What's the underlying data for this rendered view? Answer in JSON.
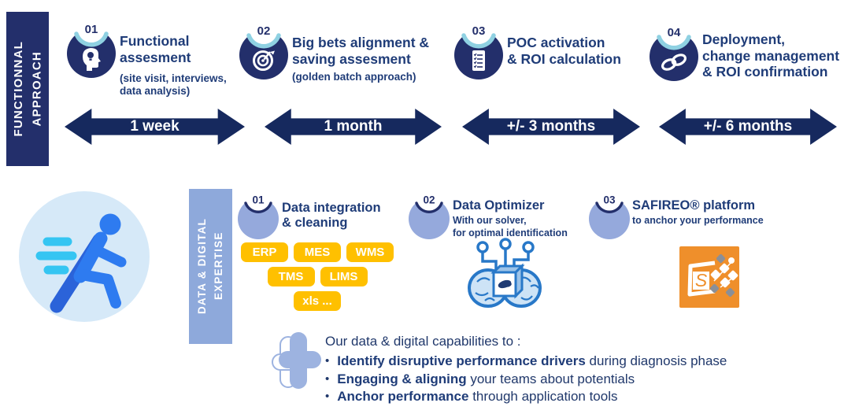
{
  "colors": {
    "navy_dark": "#16295e",
    "sidebar_navy": "#232f6b",
    "title_navy": "#1f3c78",
    "crescent_light_blue": "#8fd1e2",
    "periwinkle": "#8ea9db",
    "tag_amber": "#ffc000",
    "logo_orange": "#ef8f2b",
    "runner_blue": "#2e7bf0",
    "speed_cyan": "#35c5f2"
  },
  "functional_approach": {
    "sidebar_label": "FUNCTIONNAL\nAPPROACH",
    "steps": [
      {
        "number": "01",
        "icon": "head-lightbulb-icon",
        "title": "Functional\nassesment",
        "note": "(site visit, interviews,\ndata analysis)",
        "duration": "1 week"
      },
      {
        "number": "02",
        "icon": "target-icon",
        "title": "Big bets alignment &\nsaving assesment",
        "note": "(golden batch approach)",
        "duration": "1 month"
      },
      {
        "number": "03",
        "icon": "checklist-icon",
        "title": "POC activation\n& ROI calculation",
        "note": "",
        "duration": "+/- 3 months"
      },
      {
        "number": "04",
        "icon": "chain-links-icon",
        "title": "Deployment,\nchange management\n& ROI confirmation",
        "note": "",
        "duration": "+/- 6 months"
      }
    ]
  },
  "digital_expertise": {
    "sidebar_label": "DATA & DIGITAL\nEXPERTISE",
    "steps": [
      {
        "number": "01",
        "title": "Data integration\n& cleaning",
        "subtitle": "",
        "tags": [
          "ERP",
          "MES",
          "WMS",
          "TMS",
          "LIMS",
          "xls ..."
        ]
      },
      {
        "number": "02",
        "title": "Data Optimizer",
        "subtitle": "With our solver,\nfor optimal identification",
        "icon": "brain-chip-icon"
      },
      {
        "number": "03",
        "title": "SAFIREO® platform",
        "subtitle": "to anchor your performance",
        "icon": "safireo-logo"
      }
    ],
    "capabilities": {
      "intro": "Our data & digital capabilities to :",
      "bullets": [
        {
          "bold": "Identify disruptive performance drivers",
          "rest": " during diagnosis phase"
        },
        {
          "bold": "Engaging & aligning",
          "rest": " your teams about potentials"
        },
        {
          "bold": "Anchor performance",
          "rest": " through application tools"
        }
      ]
    }
  }
}
